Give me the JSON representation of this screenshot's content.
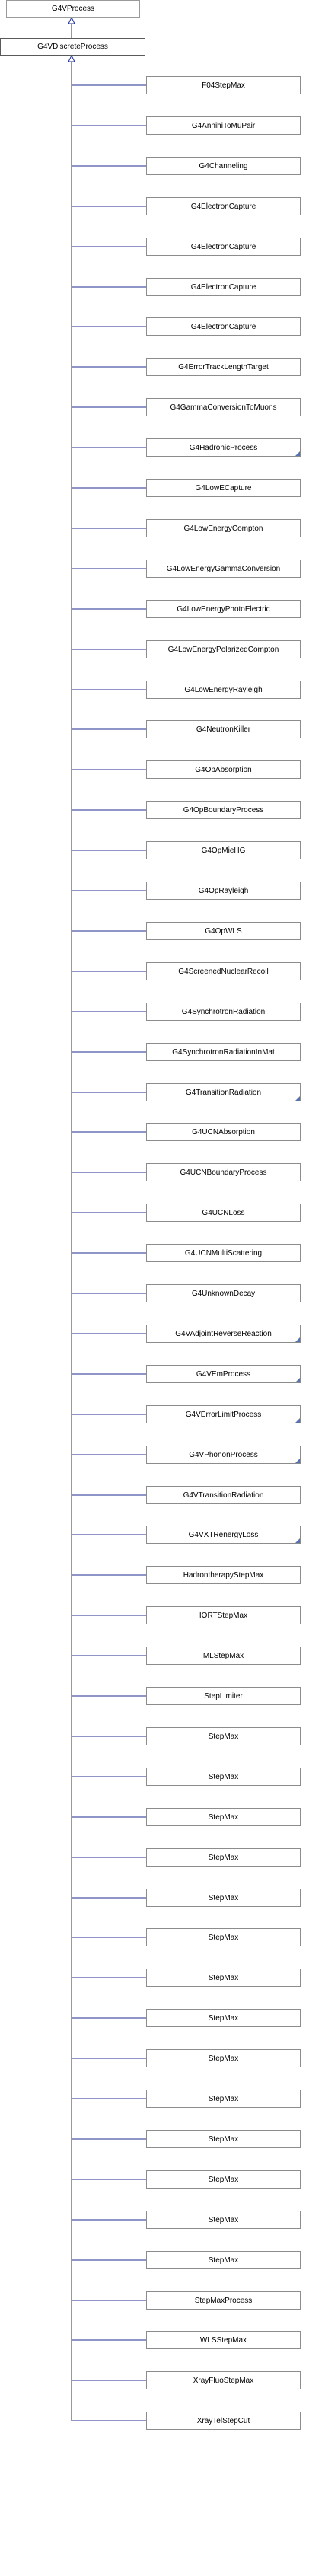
{
  "diagram": {
    "base_class": "G4VProcess",
    "current_class": "G4VDiscreteProcess",
    "edge_color": "#1f2e8f",
    "subclasses": [
      {
        "name": "F04StepMax"
      },
      {
        "name": "G4AnnihiToMuPair"
      },
      {
        "name": "G4Channeling"
      },
      {
        "name": "G4ElectronCapture"
      },
      {
        "name": "G4ElectronCapture"
      },
      {
        "name": "G4ElectronCapture"
      },
      {
        "name": "G4ElectronCapture"
      },
      {
        "name": "G4ErrorTrackLengthTarget"
      },
      {
        "name": "G4GammaConversionToMuons"
      },
      {
        "name": "G4HadronicProcess",
        "has_children": true
      },
      {
        "name": "G4LowECapture"
      },
      {
        "name": "G4LowEnergyCompton"
      },
      {
        "name": "G4LowEnergyGammaConversion"
      },
      {
        "name": "G4LowEnergyPhotoElectric"
      },
      {
        "name": "G4LowEnergyPolarizedCompton"
      },
      {
        "name": "G4LowEnergyRayleigh"
      },
      {
        "name": "G4NeutronKiller"
      },
      {
        "name": "G4OpAbsorption"
      },
      {
        "name": "G4OpBoundaryProcess"
      },
      {
        "name": "G4OpMieHG"
      },
      {
        "name": "G4OpRayleigh"
      },
      {
        "name": "G4OpWLS"
      },
      {
        "name": "G4ScreenedNuclearRecoil"
      },
      {
        "name": "G4SynchrotronRadiation"
      },
      {
        "name": "G4SynchrotronRadiationInMat"
      },
      {
        "name": "G4TransitionRadiation",
        "has_children": true
      },
      {
        "name": "G4UCNAbsorption"
      },
      {
        "name": "G4UCNBoundaryProcess"
      },
      {
        "name": "G4UCNLoss"
      },
      {
        "name": "G4UCNMultiScattering"
      },
      {
        "name": "G4UnknownDecay"
      },
      {
        "name": "G4VAdjointReverseReaction",
        "has_children": true
      },
      {
        "name": "G4VEmProcess",
        "has_children": true
      },
      {
        "name": "G4VErrorLimitProcess",
        "has_children": true
      },
      {
        "name": "G4VPhononProcess",
        "has_children": true
      },
      {
        "name": "G4VTransitionRadiation"
      },
      {
        "name": "G4VXTRenergyLoss",
        "has_children": true
      },
      {
        "name": "HadrontherapyStepMax"
      },
      {
        "name": "IORTStepMax"
      },
      {
        "name": "MLStepMax"
      },
      {
        "name": "StepLimiter"
      },
      {
        "name": "StepMax"
      },
      {
        "name": "StepMax"
      },
      {
        "name": "StepMax"
      },
      {
        "name": "StepMax"
      },
      {
        "name": "StepMax"
      },
      {
        "name": "StepMax"
      },
      {
        "name": "StepMax"
      },
      {
        "name": "StepMax"
      },
      {
        "name": "StepMax"
      },
      {
        "name": "StepMax"
      },
      {
        "name": "StepMax"
      },
      {
        "name": "StepMax"
      },
      {
        "name": "StepMax"
      },
      {
        "name": "StepMax"
      },
      {
        "name": "StepMaxProcess"
      },
      {
        "name": "WLSStepMax"
      },
      {
        "name": "XrayFluoStepMax"
      },
      {
        "name": "XrayTelStepCut"
      }
    ]
  }
}
